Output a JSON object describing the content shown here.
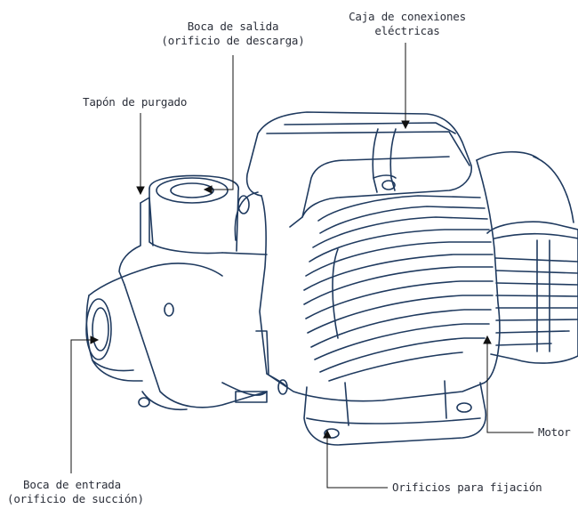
{
  "labels": {
    "outlet": {
      "line1": "Boca de salida",
      "line2": "(orificio de descarga)"
    },
    "junction_box": {
      "line1": "Caja de conexiones",
      "line2": "eléctricas"
    },
    "purge_plug": {
      "line1": "Tapón de purgado"
    },
    "inlet": {
      "line1": "Boca de entrada",
      "line2": "(orificio de succión)"
    },
    "motor": {
      "line1": "Motor"
    },
    "fixing_holes": {
      "line1": "Orificios para fijación"
    }
  },
  "colors": {
    "line": "#1f3a5f",
    "leader": "#111111",
    "text": "#2b2f3a"
  }
}
